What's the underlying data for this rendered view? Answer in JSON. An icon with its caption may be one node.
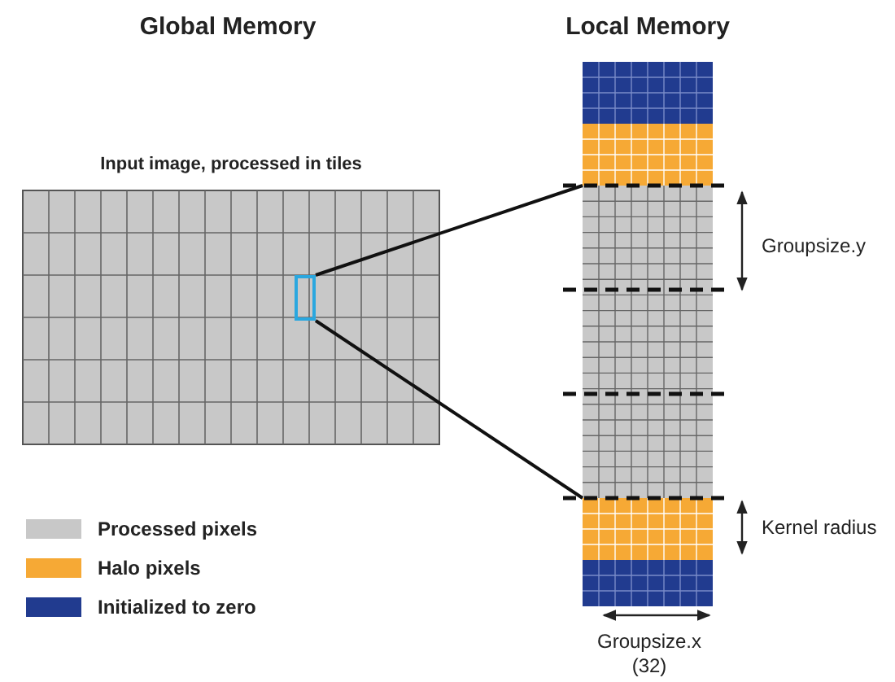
{
  "diagram": {
    "nodes": [
      {
        "text": [],
        "shape": "box"
      },
      {
        "text": [],
        "shape": "box"
      }
    ],
    "edges": [
      {
        "from": 0,
        "to": 1,
        "arrow": "none"
      },
      {
        "from": 0,
        "to": 1,
        "arrow": "none"
      }
    ],
    "labels": [
      "Global Memory",
      "Local Memory",
      "Input image, processed in tiles",
      "Groupsize.y",
      "Kernel radius",
      "Groupsize.x (32)"
    ],
    "legend": [
      {
        "text": "Processed pixels",
        "color": "#c8c8c8"
      },
      {
        "text": "Halo pixels",
        "color": "#f6a935"
      },
      {
        "text": "Initialized to zero",
        "color": "#213b8f"
      }
    ]
  }
}
